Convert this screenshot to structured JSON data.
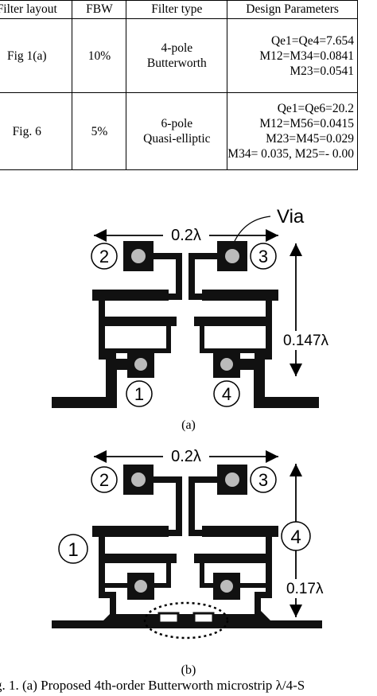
{
  "table": {
    "headers": [
      "Filter layout",
      "FBW",
      "Filter type",
      "Design Parameters"
    ],
    "rows": [
      {
        "layout": "Fig 1(a)",
        "fbw": "10%",
        "type_line1": "4-pole",
        "type_line2": "Butterworth",
        "params": [
          "Qe1=Qe4=7.654",
          "M12=M34=0.0841",
          "M23=0.0541"
        ]
      },
      {
        "layout": "Fig. 6",
        "fbw": "5%",
        "type_line1": "6-pole",
        "type_line2": "Quasi-elliptic",
        "params": [
          "Qe1=Qe6=20.2",
          "M12=M56=0.0415",
          "M23=M45=0.029",
          "M34= 0.035, M25=- 0.00"
        ]
      }
    ]
  },
  "figure_a": {
    "label_via": "Via",
    "width_label": "0.2λ",
    "height_label": "0.147λ",
    "ports": [
      "1",
      "2",
      "3",
      "4"
    ],
    "sub_caption": "(a)"
  },
  "figure_b": {
    "width_label": "0.2λ",
    "height_label": "0.17λ",
    "ports": [
      "1",
      "2",
      "3",
      "4"
    ],
    "sub_caption": "(b)"
  },
  "caption": "g. 1. (a) Proposed 4th-order Butterworth microstrip λ/4-S"
}
